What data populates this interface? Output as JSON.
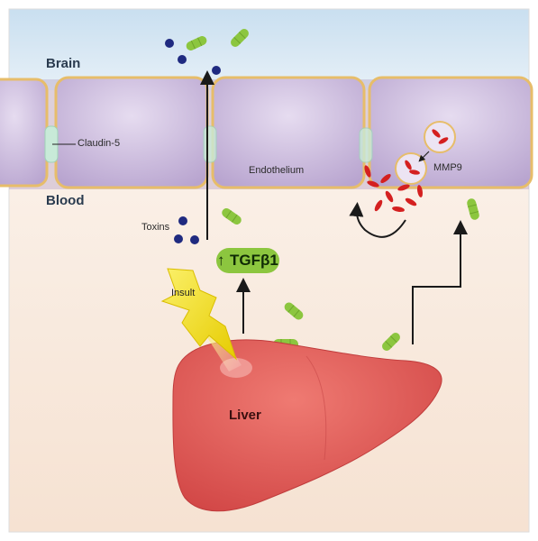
{
  "labels": {
    "brain": "Brain",
    "blood": "Blood",
    "claudin": "Claudin-5",
    "endothelium": "Endothelium",
    "mmp9": "MMP9",
    "toxins": "Toxins",
    "tgf_arrow": "↑",
    "tgf": "TGFβ1",
    "insult": "Insult",
    "liver": "Liver"
  },
  "colors": {
    "brain_region": "#cfe3f2",
    "blood_region": "#fbe7d7",
    "cell_fill": "#c9b7d9",
    "cell_border": "#e8c07a",
    "tight_junction": "#c7e8d6",
    "liver": "#e05a5a",
    "tgf_molecule": "#8cc63f",
    "toxin": "#1f2a80",
    "mmp9": "#d42020",
    "insult": "#f4e200"
  }
}
